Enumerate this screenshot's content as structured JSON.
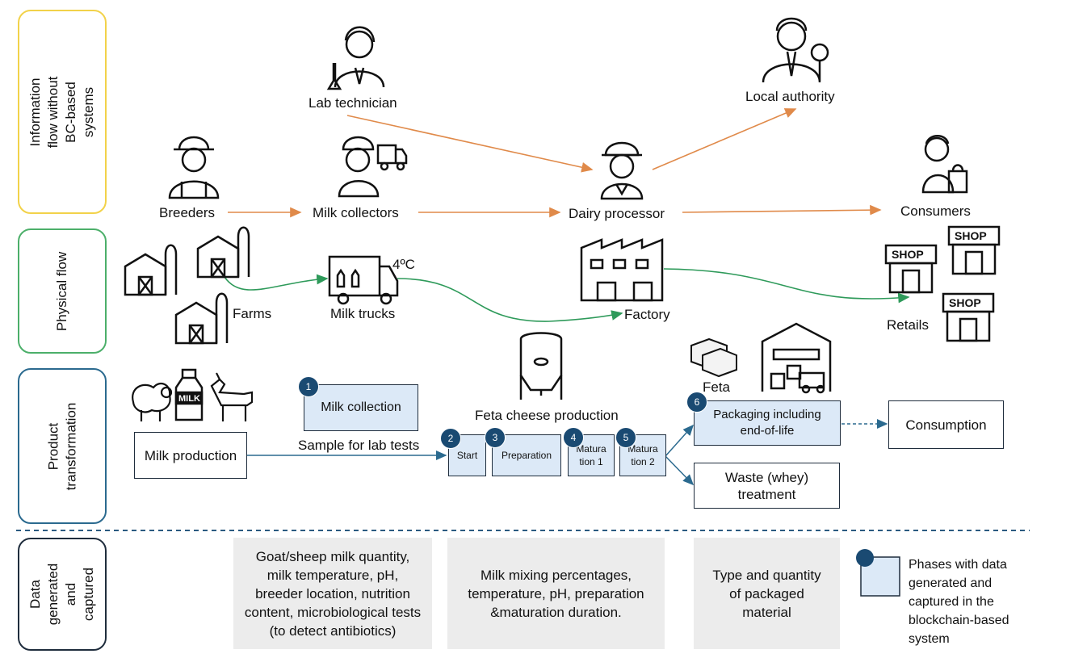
{
  "lanes": {
    "info": "Information flow without\nBC-based systems",
    "physical": "Physical flow",
    "product": "Product\ntransformation",
    "data": "Data\ngenerated and\ncaptured"
  },
  "actors": {
    "lab_technician": "Lab technician",
    "local_authority": "Local authority",
    "breeders": "Breeders",
    "milk_collectors": "Milk collectors",
    "dairy_processor": "Dairy processor",
    "consumers": "Consumers"
  },
  "physical": {
    "farms": "Farms",
    "milk_trucks": "Milk trucks",
    "temperature": "4ºC",
    "factory": "Factory",
    "retails": "Retails",
    "shop_sign": "SHOP"
  },
  "product": {
    "milk_label": "MILK",
    "milk_production": "Milk production",
    "milk_collection": "Milk collection",
    "sample_label": "Sample for lab tests",
    "feta_production": "Feta cheese production",
    "start": "Start",
    "preparation": "Preparation",
    "maturation1": "Matura tion 1",
    "maturation2": "Matura tion 2",
    "feta": "Feta",
    "packaging": "Packaging including end-of-life",
    "waste": "Waste (whey) treatment",
    "consumption": "Consumption",
    "badges": [
      "1",
      "2",
      "3",
      "4",
      "5",
      "6"
    ]
  },
  "data_captured": {
    "box1": "Goat/sheep milk quantity, milk temperature, pH, breeder location, nutrition content, microbiological tests (to detect antibiotics)",
    "box2": "Milk mixing percentages, temperature, pH, preparation &maturation duration.",
    "box3": "Type and quantity of packaged material",
    "legend": "Phases with data generated and captured in the blockchain-based system"
  },
  "colors": {
    "info_lane": "#f2d24a",
    "physical_lane": "#4caf6a",
    "product_lane": "#2b6a8f",
    "data_lane": "#1f2d3d",
    "info_arrow": "#e08a4a",
    "physical_arrow": "#2e9a5a",
    "product_arrow": "#2b6a8f",
    "phase_fill": "#dce9f7",
    "badge": "#1a4a72"
  }
}
